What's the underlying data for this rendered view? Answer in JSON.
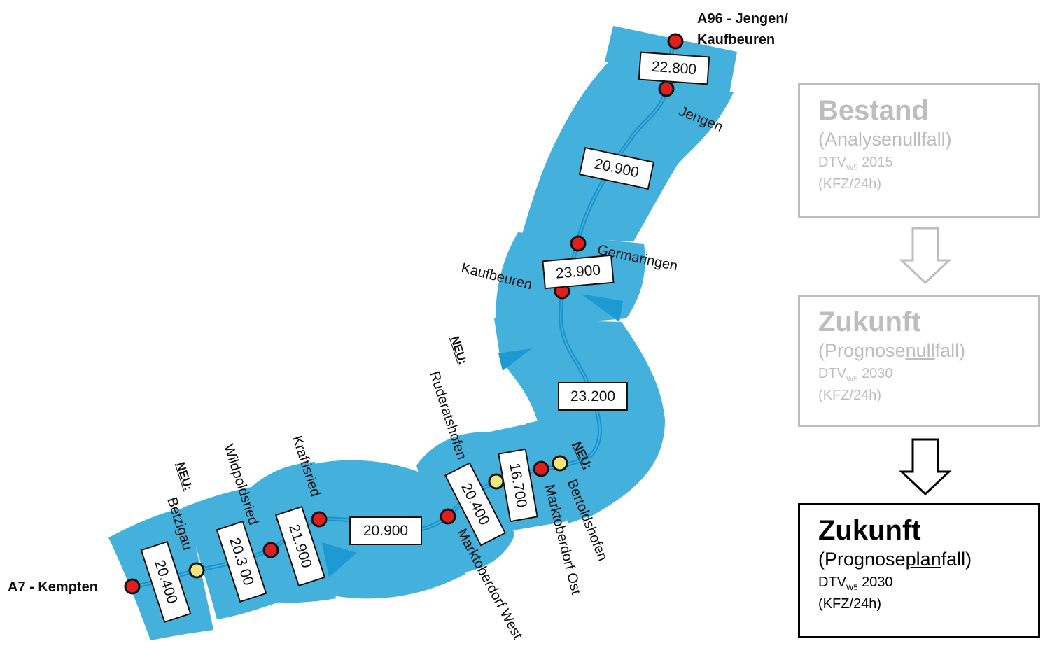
{
  "colors": {
    "corridor": "#44b0dc",
    "road": "#1a92cc",
    "exit_existing": "#e01e1e",
    "exit_new": "#f2e57c",
    "panel_inactive": "#bdbdbd",
    "panel_active": "#000000"
  },
  "endpoints": {
    "north": "A96 - Jengen/\nKaufbeuren",
    "south": "A7 - Kempten"
  },
  "junctions": {
    "jengen": "Jengen",
    "germaringen": "Germaringen",
    "kaufbeuren": "Kaufbeuren",
    "ruderatshofen": "Ruderatshofen",
    "bertoldshofen": "Bertoldshofen",
    "marktoberdorf_ost": "Marktoberdorf Ost",
    "marktoberdorf_west": "Marktoberdorf West",
    "kraftisried": "Kraftisried",
    "wildpoldsried": "Wildpoldsried",
    "betzigau": "Betzigau"
  },
  "neu_label": "NEU:",
  "traffic_volumes": {
    "v1": "22.800",
    "v2": "20.900",
    "v3": "23.900",
    "v4": "23.200",
    "v5": "16.700",
    "v6": "20.400",
    "v7": "20.900",
    "v8": "21.900",
    "v9": "20.3 00",
    "v10": "20.400"
  },
  "legend": {
    "bestand": {
      "title": "Bestand",
      "subtitle": "(Analysenullfall)",
      "metric": "DTV",
      "metric_sub": "W5",
      "year": "2015",
      "unit": "(KFZ/24h)"
    },
    "zukunft_null": {
      "title": "Zukunft",
      "subtitle_pre": "(Prognose",
      "subtitle_u": "null",
      "subtitle_post": "fall)",
      "metric": "DTV",
      "metric_sub": "W5",
      "year": "2030",
      "unit": "(KFZ/24h)"
    },
    "zukunft_plan": {
      "title": "Zukunft",
      "subtitle_pre": "(Prognose",
      "subtitle_u": "plan",
      "subtitle_post": "fall)",
      "metric": "DTV",
      "metric_sub": "W5",
      "year": "2030",
      "unit": "(KFZ/24h)"
    }
  }
}
